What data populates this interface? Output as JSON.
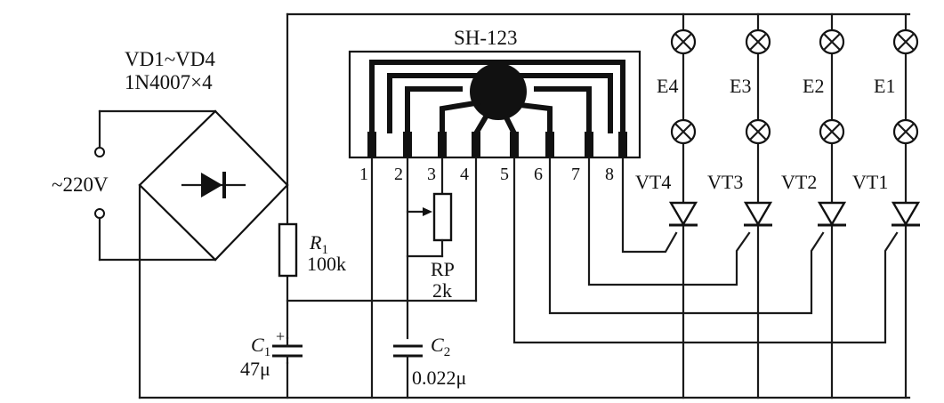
{
  "ic": {
    "name": "SH-123",
    "pins": [
      "1",
      "2",
      "3",
      "4",
      "5",
      "6",
      "7",
      "8"
    ]
  },
  "bridge": {
    "label_line1": "VD1~VD4",
    "label_line2": "1N4007×4"
  },
  "source": {
    "label": "~220V"
  },
  "r1": {
    "name": "R",
    "sub": "1",
    "value": "100k"
  },
  "rp": {
    "name": "RP",
    "value": "2k"
  },
  "c1": {
    "name": "C",
    "sub": "1",
    "plus": "+",
    "value": "47μ"
  },
  "c2": {
    "name": "C",
    "sub": "2",
    "value": "0.022μ"
  },
  "lamps_top": [
    "E4",
    "E3",
    "E2",
    "E1"
  ],
  "thyristors": [
    "VT4",
    "VT3",
    "VT2",
    "VT1"
  ]
}
